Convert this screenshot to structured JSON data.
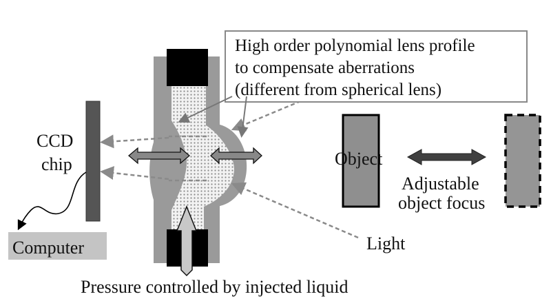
{
  "labels": {
    "ccd_line1": "CCD",
    "ccd_line2": "chip",
    "computer": "Computer",
    "callout_line1": "High order polynomial lens profile",
    "callout_line2": "to compensate aberrations",
    "callout_line3": "(different from spherical lens)",
    "object": "Object",
    "adjustable_line1": "Adjustable",
    "adjustable_line2": "object focus",
    "light": "Light",
    "pressure": "Pressure controlled by injected liquid"
  },
  "colors": {
    "housing": "#9a9a9a",
    "ccd_chip": "#555555",
    "computer_box": "#c4c4c4",
    "object_fill": "#8f8f8f",
    "focus_arrow": "#404040",
    "dashed_light": "#8a8a8a",
    "clamp": "#000000"
  }
}
